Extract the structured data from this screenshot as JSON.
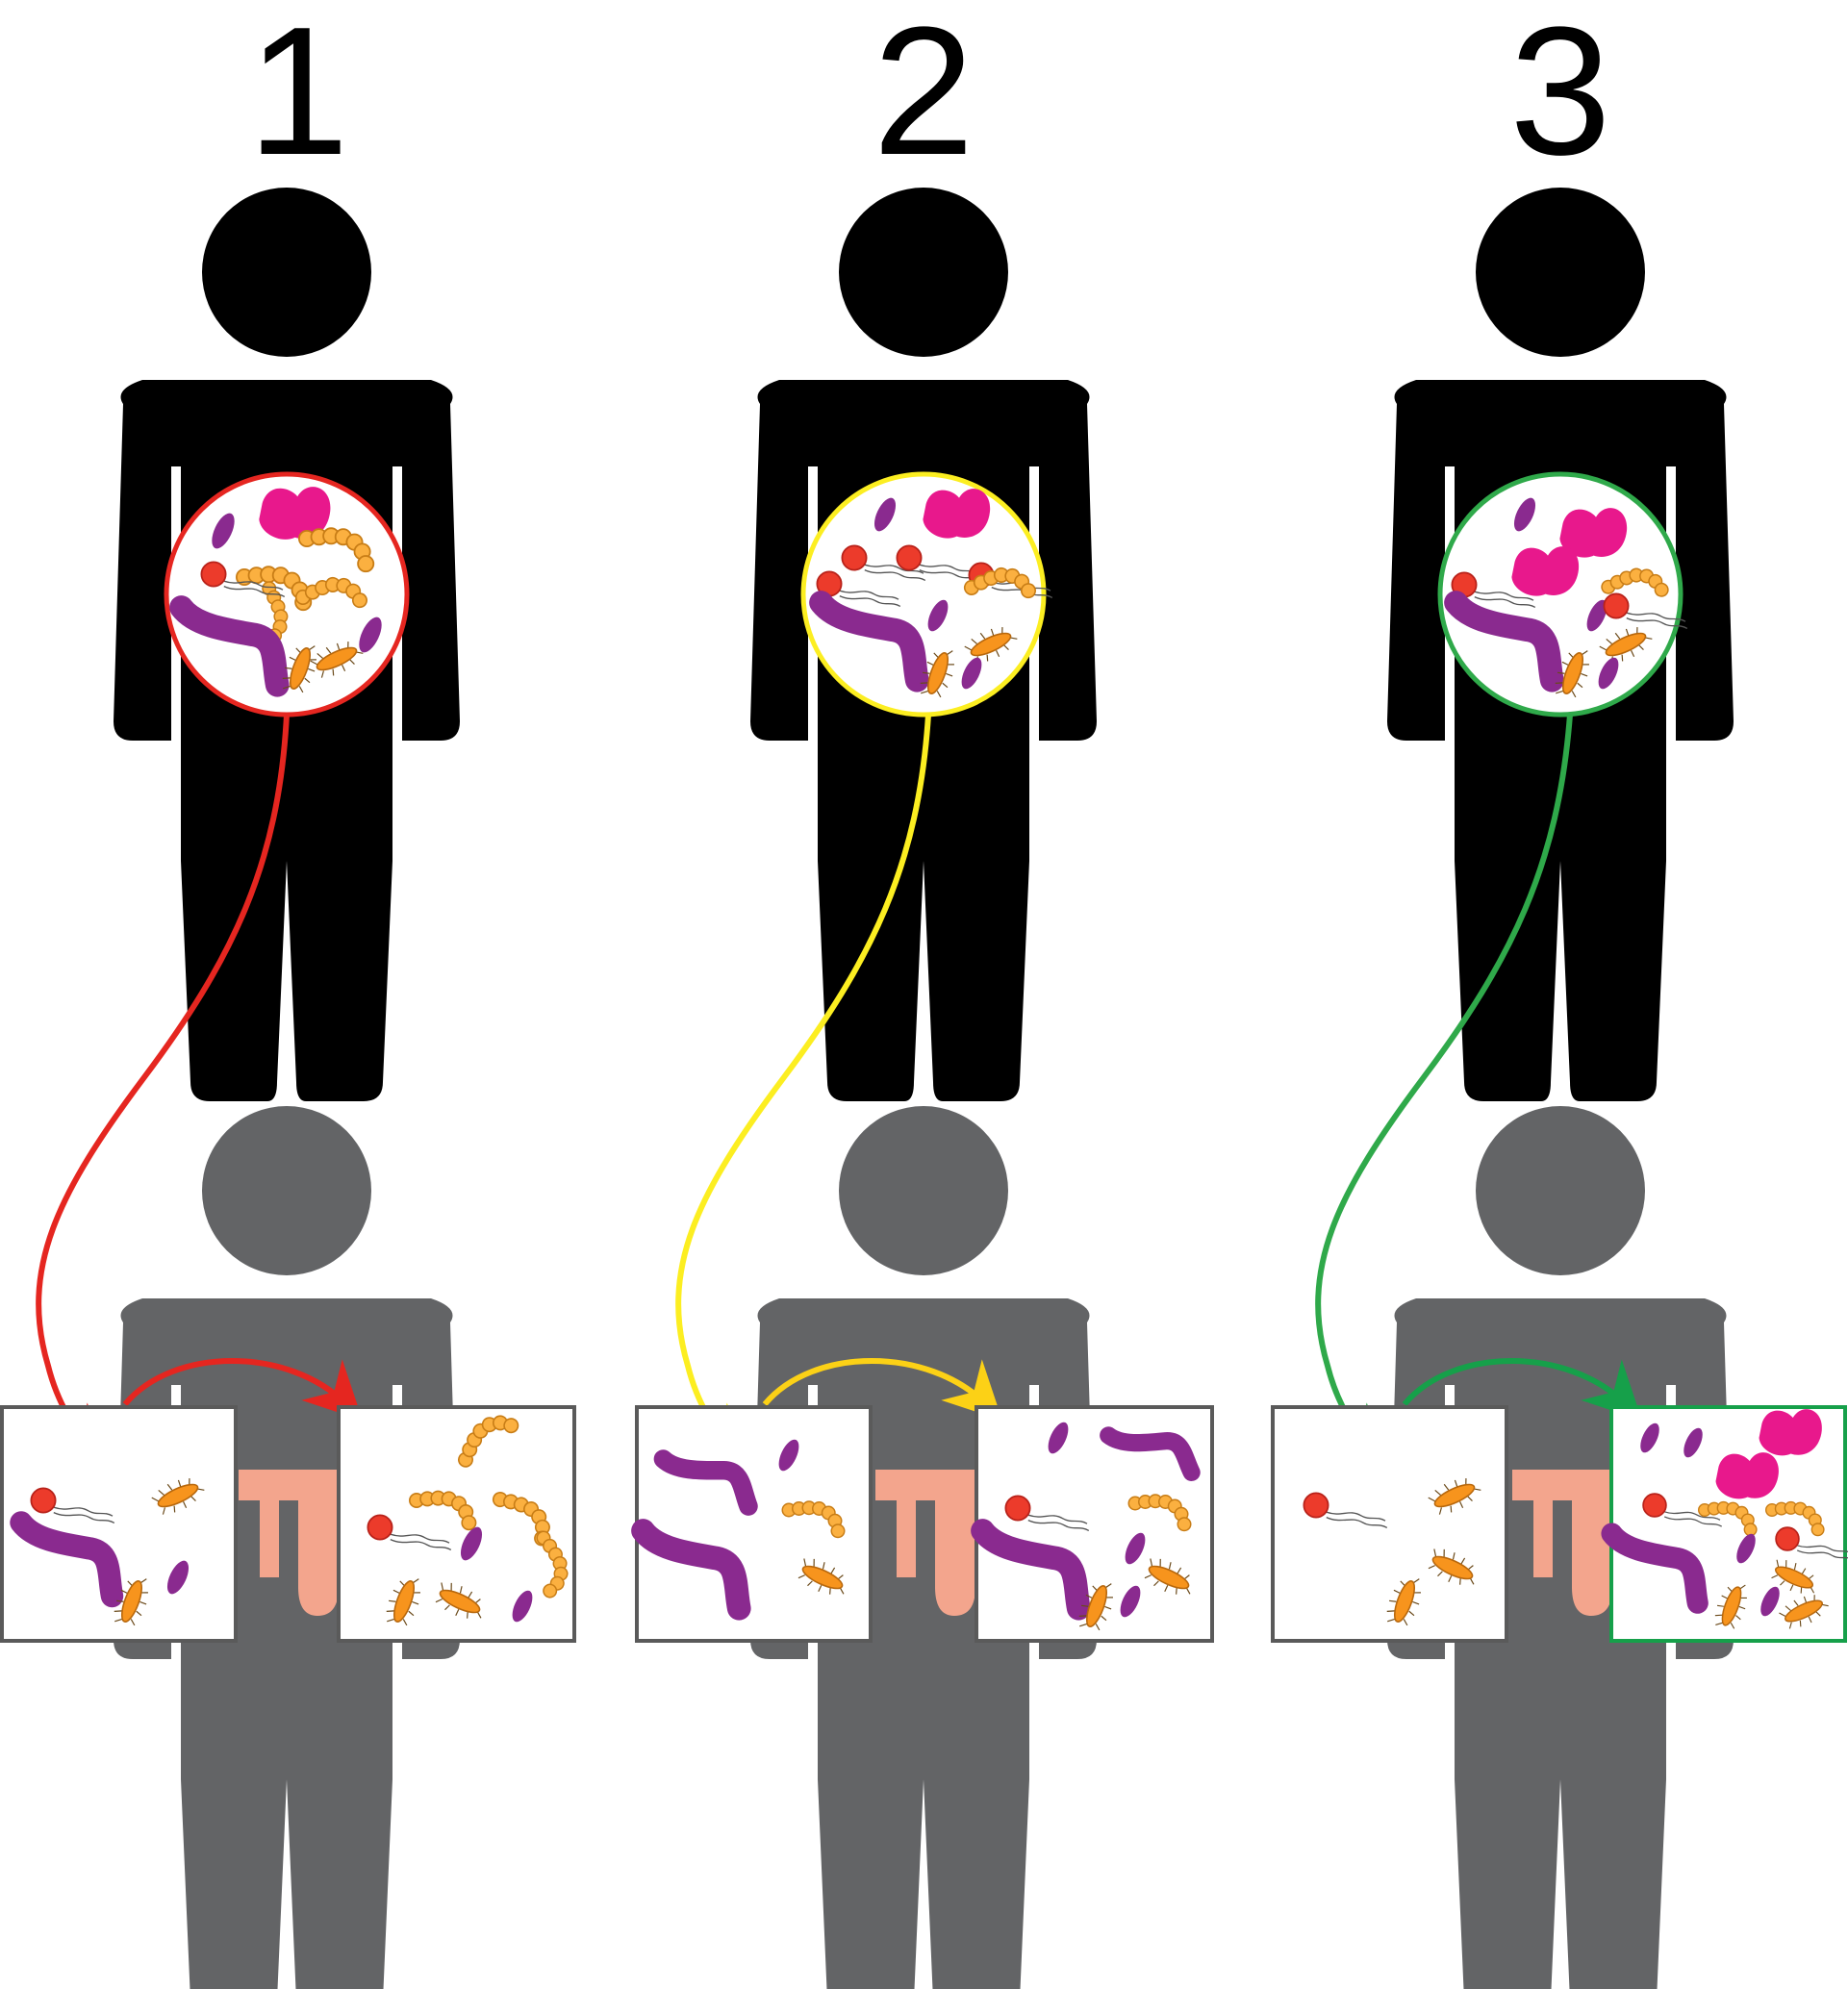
{
  "panels": [
    {
      "number": "1",
      "color": "#e52620"
    },
    {
      "number": "2",
      "color": "#fcee21"
    },
    {
      "number": "3",
      "color": "#2fa94a"
    }
  ],
  "colors": {
    "donor": "#000000",
    "recipient": "#636466",
    "intestine": "#f3a58d",
    "box_border": "#5a5a5a",
    "magenta_microbe": "#e8188c",
    "purple_microbe": "#8a2a8f",
    "orange_microbe": "#f7941d",
    "chain_microbe": "#fbb040",
    "red_microbe": "#ec3b2b"
  },
  "icons": [
    "donor-person-icon",
    "recipient-person-icon",
    "intestine-icon",
    "microbe-icon",
    "arrow-icon"
  ]
}
